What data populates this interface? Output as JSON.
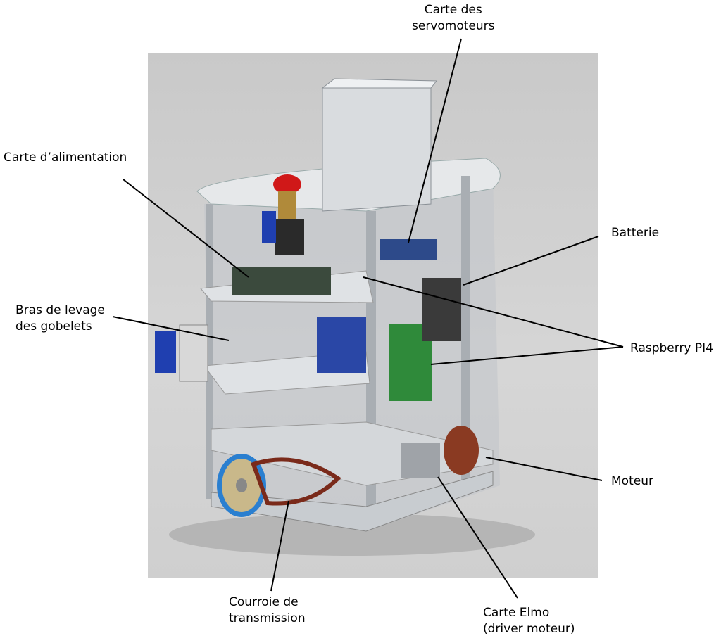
{
  "labels": {
    "servo_line1": "Carte des",
    "servo_line2": "servomoteurs",
    "alimentation": "Carte d’alimentation",
    "batterie": "Batterie",
    "bras_line1": "Bras de levage",
    "bras_line2": "des gobelets",
    "raspberry": "Raspberry PI4",
    "moteur": "Moteur",
    "courroie_line1": "Courroie de",
    "courroie_line2": "transmission",
    "elmo_line1": "Carte Elmo",
    "elmo_line2": "(driver moteur)"
  },
  "colors": {
    "background": "#cfcfcf",
    "metal": "#b8bcc0",
    "line": "#000000"
  }
}
